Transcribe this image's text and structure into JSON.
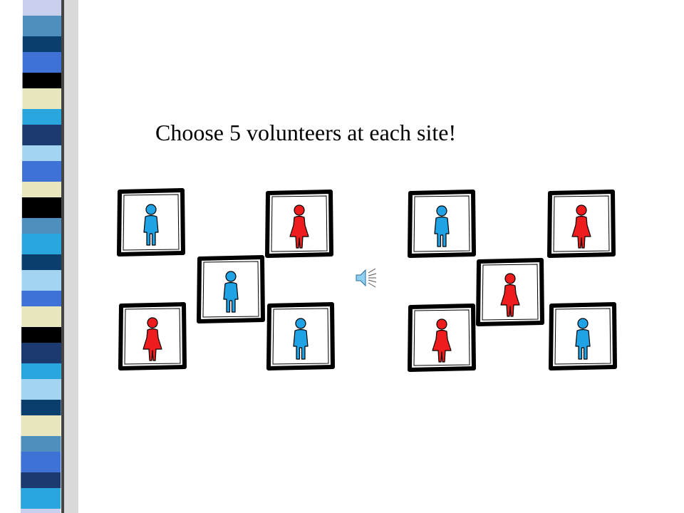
{
  "slide": {
    "title": "Choose 5 volunteers at each site!"
  },
  "colors": {
    "male_figure": "#1fa3e4",
    "female_figure": "#ee1c1c",
    "card_border": "#000000",
    "stripe_palette": [
      "#c8d0ee",
      "#4f8fbd",
      "#0a3f6d",
      "#3f72d6",
      "#000000",
      "#e8e6bf",
      "#2aa6df",
      "#1d3a70",
      "#a3d4f2"
    ]
  },
  "sites": [
    {
      "name": "site-1",
      "volunteers": [
        "male",
        "female",
        "male",
        "female",
        "male"
      ]
    },
    {
      "name": "site-2",
      "volunteers": [
        "male",
        "female",
        "female",
        "female",
        "male"
      ]
    }
  ],
  "icons": {
    "speaker": "speaker-icon"
  }
}
